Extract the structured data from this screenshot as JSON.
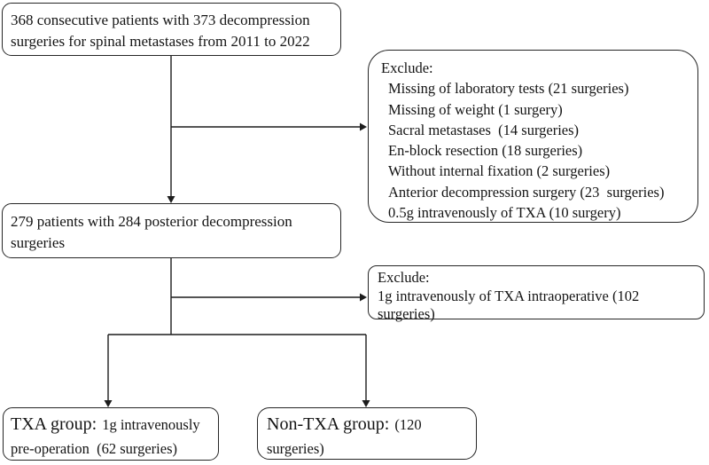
{
  "diagram": {
    "initial_box": {
      "line1": "368 consecutive patients with 373 decompression",
      "line2": "surgeries for spinal metastases from 2011 to 2022"
    },
    "exclusion1": {
      "header": "Exclude:",
      "items": [
        "Missing of laboratory tests (21 surgeries)",
        "Missing of weight (1 surgery)",
        "Sacral metastases  (14 surgeries)",
        "En-block resection (18 surgeries)",
        "Without internal fixation (2 surgeries)",
        "Anterior decompression surgery (23  surgeries)",
        "0.5g intravenously of TXA (10 surgery)"
      ]
    },
    "posterior_box": {
      "line1": "279 patients with 284 posterior decompression",
      "line2": "surgeries"
    },
    "exclusion2": {
      "header": "Exclude:",
      "line1": "1g intravenously of TXA intraoperative (102",
      "line2": "surgeries)"
    },
    "txa_box": {
      "title": "TXA group:",
      "line1_rest": "1g intravenously",
      "line2": "pre-operation  (62 surgeries)"
    },
    "non_txa_box": {
      "title": "Non-TXA group:",
      "line1_rest": "(120",
      "line2": "surgeries)"
    },
    "colors": {
      "line": "#1c1c1c",
      "text": "#141414",
      "background": "#ffffff"
    }
  }
}
